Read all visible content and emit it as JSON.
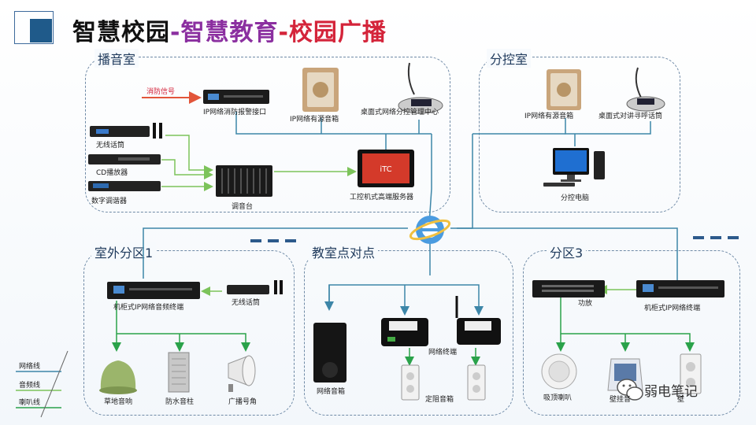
{
  "header": {
    "title_part1": "智慧校园",
    "title_sep1": "-",
    "title_part2": "智慧教育",
    "title_sep2": "-",
    "title_part3": "校园广播"
  },
  "zones": {
    "broadcast_room": "播音室",
    "sub_control_room": "分控室",
    "outdoor_zone1": "室外分区1",
    "classroom_p2p": "教室点对点",
    "zone3": "分区3"
  },
  "devices": {
    "fire_signal": "消防信号",
    "ip_fire_alarm": "IP网络消防报警接口",
    "ip_active_speaker_1": "IP网络有源音箱",
    "desktop_control_center": "桌面式网络分控管理中心",
    "wireless_mic_1": "无线话筒",
    "cd_player": "CD播放器",
    "digital_tuner": "数字调谐器",
    "mixer": "调音台",
    "ipc_server": "工控机式高端服务器",
    "ip_active_speaker_2": "IP网络有源音箱",
    "desktop_intercom_mic": "桌面式对讲寻呼话筒",
    "sub_control_pc": "分控电脑",
    "rack_ip_terminal_1": "机柜式IP网络音频终端",
    "wireless_mic_2": "无线话筒",
    "lawn_speaker": "草地音响",
    "waterproof_column": "防水音柱",
    "horn": "广播号角",
    "network_terminal": "网络终端",
    "network_speaker": "网络音箱",
    "fixed_resistance_speaker": "定阻音箱",
    "power_amp": "功放",
    "rack_ip_terminal_2": "机柜式IP网络终端",
    "ceiling_speaker": "吸顶喇叭",
    "wall_speaker": "壁挂音",
    "wall_speaker_3": "壁"
  },
  "legend": {
    "network_line": "网络线",
    "audio_line": "音频线",
    "speaker_line": "喇叭线"
  },
  "watermark": "弱电笔记",
  "colors": {
    "network": "#3d86a8",
    "audio": "#7cc35a",
    "speaker": "#2aa24a",
    "fire": "#e2553a",
    "zone_border": "#6f8aa6",
    "title_purple": "#8b2fa0",
    "title_red": "#d4243a"
  }
}
